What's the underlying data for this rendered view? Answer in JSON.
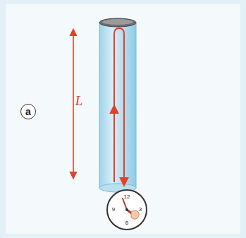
{
  "diagram": {
    "nodes": [
      {
        "text": [
          "a"
        ]
      }
    ],
    "labels": [
      "L",
      "12",
      "3",
      "6",
      "9"
    ]
  }
}
